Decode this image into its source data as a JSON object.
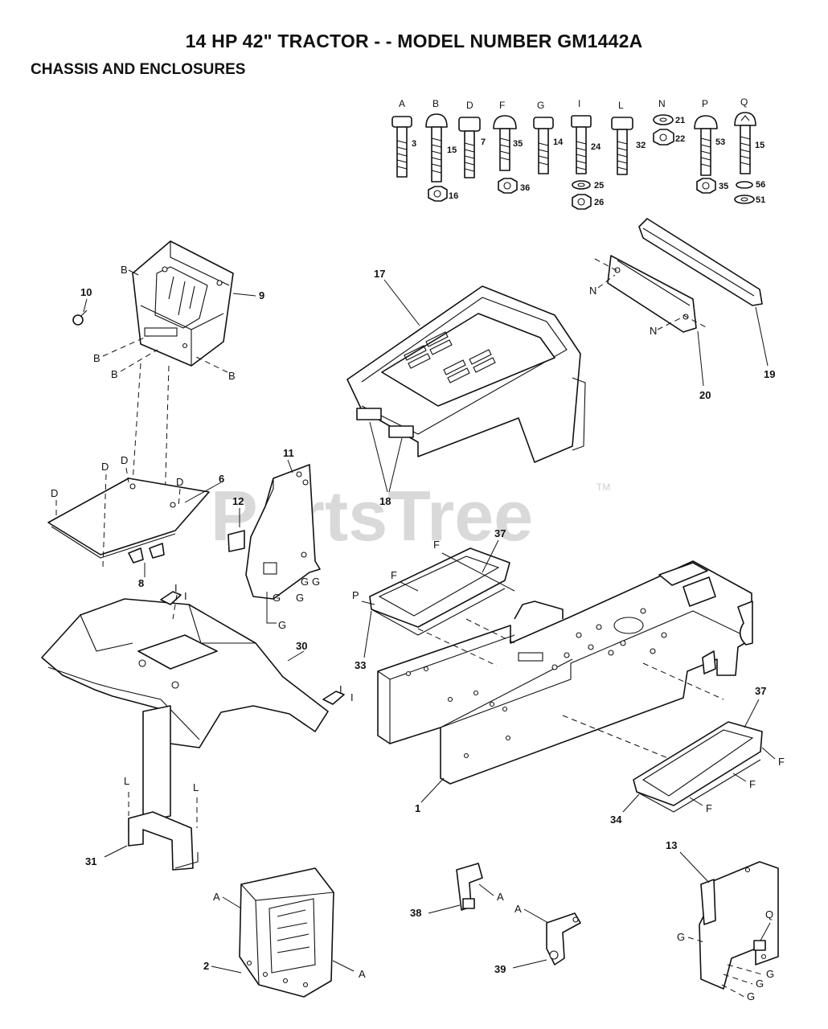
{
  "header": {
    "title": "14 HP 42\" TRACTOR - - MODEL NUMBER GM1442A",
    "subtitle": "CHASSIS AND ENCLOSURES"
  },
  "watermark": {
    "text": "PartsTree",
    "tm": "TM"
  },
  "hardware": [
    {
      "letter": "A",
      "num": "3"
    },
    {
      "letter": "B",
      "num": "15",
      "nut": "16"
    },
    {
      "letter": "D",
      "num": "7"
    },
    {
      "letter": "F",
      "num": "35",
      "nut": "36"
    },
    {
      "letter": "G",
      "num": "14"
    },
    {
      "letter": "I",
      "num": "24",
      "washer": "25",
      "nut": "26"
    },
    {
      "letter": "L",
      "num": "32"
    },
    {
      "letter": "N",
      "num": "21",
      "nut": "22"
    },
    {
      "letter": "P",
      "num": "53",
      "nut": "35"
    },
    {
      "letter": "Q",
      "num": "15",
      "washer": "56",
      "washer2": "51"
    }
  ],
  "callouts": {
    "n1": "1",
    "n2": "2",
    "n6": "6",
    "n8": "8",
    "n9": "9",
    "n10": "10",
    "n11": "11",
    "n12": "12",
    "n13": "13",
    "n17": "17",
    "n18": "18",
    "n19": "19",
    "n20": "20",
    "n30": "30",
    "n31": "31",
    "n33": "33",
    "n34": "34",
    "n37a": "37",
    "n37b": "37",
    "n38": "38",
    "n39": "39"
  },
  "refs": {
    "A": "A",
    "B": "B",
    "D": "D",
    "F": "F",
    "G": "G",
    "I": "I",
    "L": "L",
    "N": "N",
    "P": "P",
    "Q": "Q"
  }
}
